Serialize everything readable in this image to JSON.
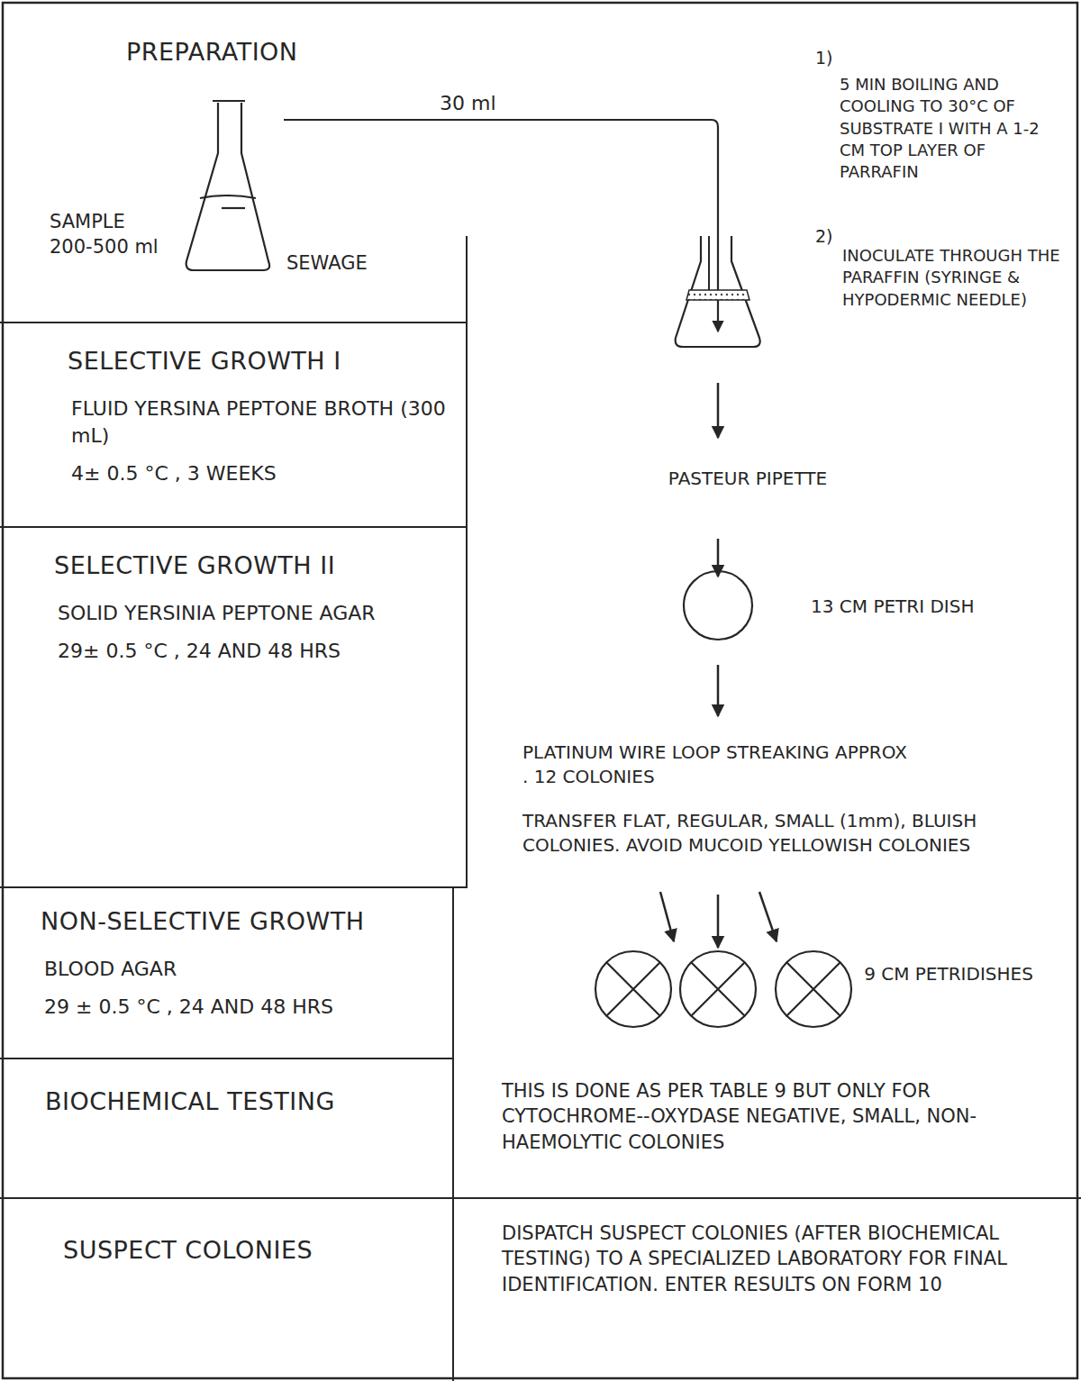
{
  "diagram": {
    "nodes": [
      {
        "text": [
          "PREPARATION"
        ]
      },
      {
        "text": [
          "SELECTIVE GROWTH I",
          "FLUID YERSINA PEPTONE BROTH (300 mL)",
          "4± 0.5 °C , 3 WEEKS"
        ]
      },
      {
        "text": [
          "SELECTIVE GROWTH II",
          "SOLID YERSINIA PEPTONE AGAR",
          "29± 0.5 °C , 24 AND 48 HRS"
        ]
      },
      {
        "text": [
          "NON-SELECTIVE GROWTH",
          "BLOOD AGAR",
          "29 ± 0.5 °C , 24 AND 48 HRS"
        ]
      },
      {
        "text": [
          "BIOCHEMICAL TESTING"
        ]
      },
      {
        "text": [
          "THIS IS DONE AS PER TABLE 9 BUT ONLY FOR CYTOCHROME--OXYDASE NEGATIVE, SMALL, NON-HAEMOLYTIC COLONIES"
        ]
      },
      {
        "text": [
          "SUSPECT COLONIES"
        ]
      },
      {
        "text": [
          "DISPATCH SUSPECT COLONIES (AFTER BIOCHEMICAL TESTING) TO A SPECIALIZED LABORATORY FOR FINAL IDENTIFICATION. ENTER RESULTS ON FORM 10"
        ]
      }
    ],
    "labels": [
      "30 ml",
      "1)",
      "5 MIN BOILING AND COOLING TO 30°C OF SUBSTRATE I WITH A 1-2 CM TOP LAYER OF PARRAFIN",
      "2)",
      "INOCULATE THROUGH THE PARAFFIN (SYRINGE & HYPODERMIC NEEDLE)",
      "SAMPLE 200-500 ml",
      "SEWAGE",
      "PASTEUR PIPETTE",
      "13 CM PETRI DISH",
      "PLATINUM WIRE LOOP STREAKING APPROX . 12 COLONIES",
      "TRANSFER FLAT, REGULAR, SMALL (1mm), BLUISH COLONIES. AVOID MUCOID YELLOWISH COLONIES",
      "9 CM PETRIDISHES"
    ]
  }
}
